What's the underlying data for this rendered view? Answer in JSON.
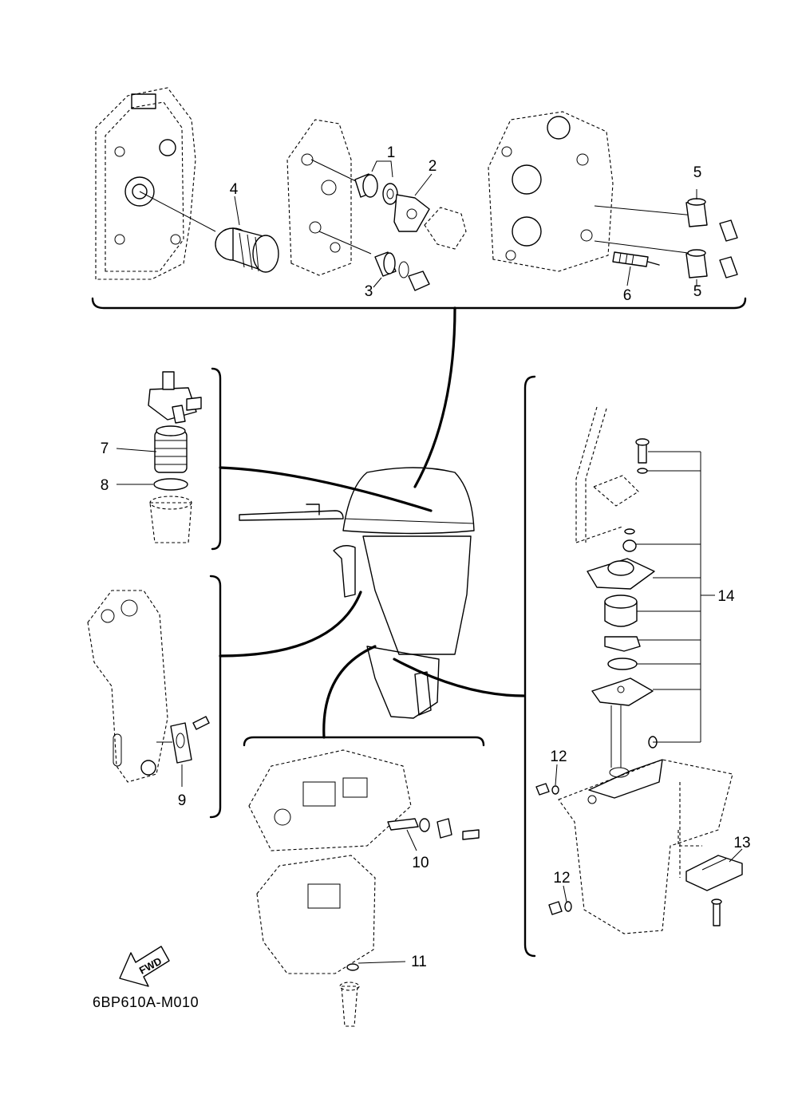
{
  "diagram_code": "6BP610A-M010",
  "direction_arrow": "FWD",
  "callouts": [
    {
      "id": "callout-1",
      "text": "1"
    },
    {
      "id": "callout-2",
      "text": "2"
    },
    {
      "id": "callout-3",
      "text": "3"
    },
    {
      "id": "callout-4",
      "text": "4"
    },
    {
      "id": "callout-5a",
      "text": "5"
    },
    {
      "id": "callout-5b",
      "text": "5"
    },
    {
      "id": "callout-6",
      "text": "6"
    },
    {
      "id": "callout-7",
      "text": "7"
    },
    {
      "id": "callout-8",
      "text": "8"
    },
    {
      "id": "callout-9",
      "text": "9"
    },
    {
      "id": "callout-10",
      "text": "10"
    },
    {
      "id": "callout-11",
      "text": "11"
    },
    {
      "id": "callout-12a",
      "text": "12"
    },
    {
      "id": "callout-12b",
      "text": "12"
    },
    {
      "id": "callout-13",
      "text": "13"
    },
    {
      "id": "callout-14",
      "text": "14"
    }
  ]
}
